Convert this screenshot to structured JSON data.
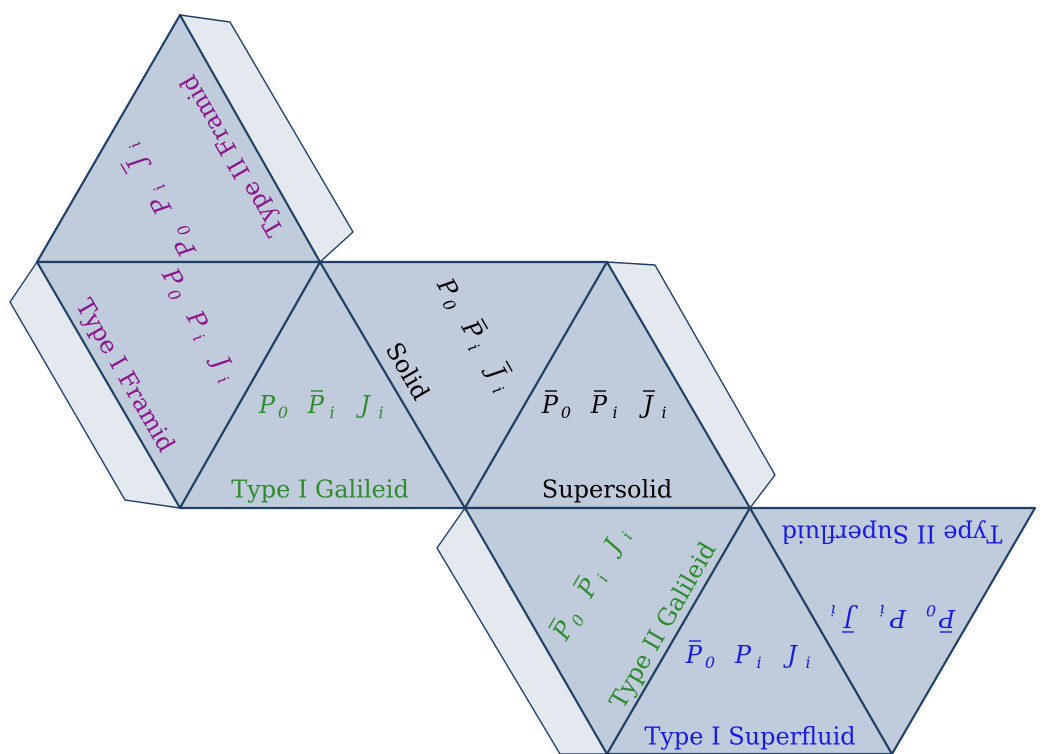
{
  "colors": {
    "purple": "#8b168b",
    "green": "#2e8b2e",
    "black": "#000000",
    "blue": "#1a1ae6",
    "face_fill": "#c0ccdb",
    "flap_fill": "#e4e9ef",
    "edge": "#1f3f66"
  },
  "faces": {
    "type2_framid": {
      "label": "Type II Framid",
      "gens": [
        {
          "base": "P",
          "sub": "0",
          "bar": false
        },
        {
          "base": "P",
          "sub": "i",
          "bar": false
        },
        {
          "base": "J",
          "sub": "i",
          "bar": true
        }
      ]
    },
    "type1_framid": {
      "label": "Type I Framid",
      "gens": [
        {
          "base": "P",
          "sub": "0",
          "bar": false
        },
        {
          "base": "P",
          "sub": "i",
          "bar": false
        },
        {
          "base": "J",
          "sub": "i",
          "bar": false
        }
      ]
    },
    "type1_galileid": {
      "label": "Type I Galileid",
      "gens": [
        {
          "base": "P",
          "sub": "0",
          "bar": false
        },
        {
          "base": "P",
          "sub": "i",
          "bar": true
        },
        {
          "base": "J",
          "sub": "i",
          "bar": false
        }
      ]
    },
    "solid": {
      "label": "Solid",
      "gens": [
        {
          "base": "P",
          "sub": "0",
          "bar": false
        },
        {
          "base": "P",
          "sub": "i",
          "bar": true
        },
        {
          "base": "J",
          "sub": "i",
          "bar": true
        }
      ]
    },
    "supersolid": {
      "label": "Supersolid",
      "gens": [
        {
          "base": "P",
          "sub": "0",
          "bar": true
        },
        {
          "base": "P",
          "sub": "i",
          "bar": true
        },
        {
          "base": "J",
          "sub": "i",
          "bar": true
        }
      ]
    },
    "type2_galileid": {
      "label": "Type II Galileid",
      "gens": [
        {
          "base": "P",
          "sub": "0",
          "bar": true
        },
        {
          "base": "P",
          "sub": "i",
          "bar": true
        },
        {
          "base": "J",
          "sub": "i",
          "bar": false
        }
      ]
    },
    "type1_superfluid": {
      "label": "Type I Superfluid",
      "gens": [
        {
          "base": "P",
          "sub": "0",
          "bar": true
        },
        {
          "base": "P",
          "sub": "i",
          "bar": false
        },
        {
          "base": "J",
          "sub": "i",
          "bar": false
        }
      ]
    },
    "type2_superfluid": {
      "label": "Type II Superfluid",
      "gens": [
        {
          "base": "P",
          "sub": "0",
          "bar": true
        },
        {
          "base": "P",
          "sub": "i",
          "bar": false
        },
        {
          "base": "J",
          "sub": "i",
          "bar": true
        }
      ]
    }
  }
}
